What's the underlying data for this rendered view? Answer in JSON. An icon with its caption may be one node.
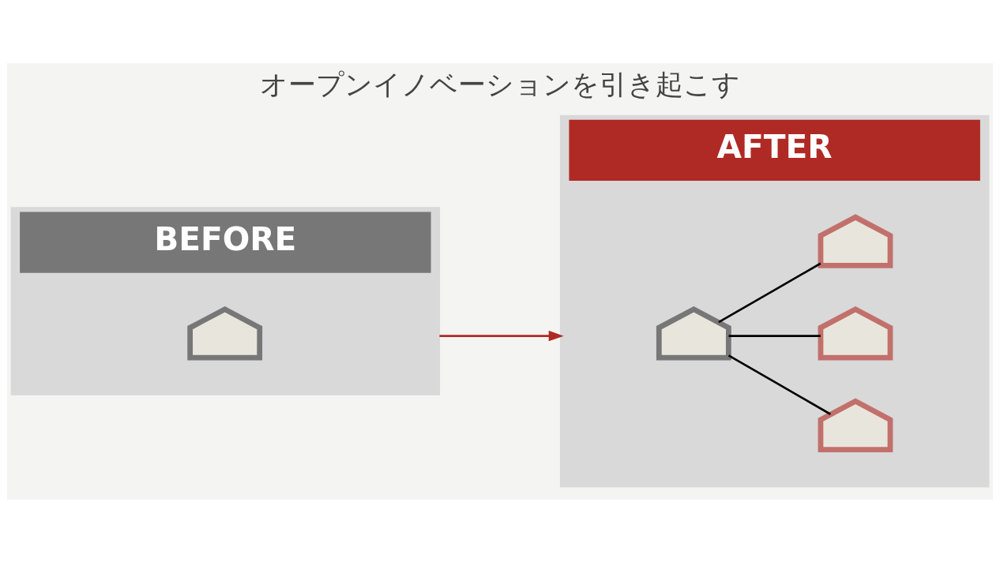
{
  "diagram": {
    "title": "オープンイノベーションを引き起こす",
    "nodes": [
      {
        "text": [
          "BEFORE"
        ]
      },
      {
        "text": [],
        "shape": "house",
        "in": 0
      },
      {
        "text": [
          "AFTER"
        ]
      },
      {
        "text": [],
        "shape": "house",
        "in": 2
      },
      {
        "text": [],
        "shape": "house",
        "in": 2
      },
      {
        "text": [],
        "shape": "house",
        "in": 2
      },
      {
        "text": [],
        "shape": "house",
        "in": 2
      }
    ],
    "edges": [
      {
        "from": 0,
        "to": 2,
        "arrow": "to",
        "color": "#b02a25"
      },
      {
        "from": 3,
        "to": 4,
        "arrow": "none"
      },
      {
        "from": 3,
        "to": 5,
        "arrow": "none"
      },
      {
        "from": 3,
        "to": 6,
        "arrow": "none"
      }
    ]
  }
}
